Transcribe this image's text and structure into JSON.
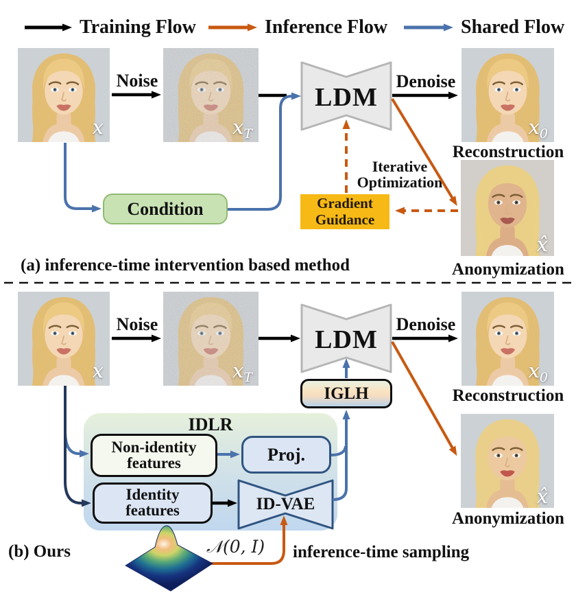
{
  "colors": {
    "training_flow": "#000000",
    "inference_flow": "#c85912",
    "shared_flow": "#4a72ab",
    "condition_fill": "#c9e2b4",
    "guidance_fill": "#f7b916",
    "ldm_fill": "#e9e9e9"
  },
  "legend": {
    "training": "Training Flow",
    "inference": "Inference Flow",
    "shared": "Shared Flow"
  },
  "panel_a": {
    "caption": "(a) inference-time intervention based method",
    "noise_label": "Noise",
    "denoise_label": "Denoise",
    "ldm_label": "LDM",
    "condition_label": "Condition",
    "guidance": {
      "line1": "Gradient",
      "line2": "Guidance"
    },
    "iterative": {
      "line1": "Iterative",
      "line2": "Optimization"
    },
    "images": {
      "input": {
        "symbol": "x"
      },
      "noisy": {
        "symbol": "x",
        "subscript": "T"
      },
      "reconstruction": {
        "symbol": "x",
        "subscript": "0",
        "caption": "Reconstruction"
      },
      "anonymization": {
        "symbol": "x̂",
        "caption": "Anonymization"
      }
    }
  },
  "panel_b": {
    "caption": "(b) Ours",
    "noise_label": "Noise",
    "denoise_label": "Denoise",
    "ldm_label": "LDM",
    "iglh_label": "IGLH",
    "idlr_label": "IDLR",
    "proj_label": "Proj.",
    "idvae_label": "ID-VAE",
    "non_identity": {
      "line1": "Non-identity",
      "line2": "features"
    },
    "identity": {
      "line1": "Identity",
      "line2": "features"
    },
    "gaussian_label": "𝒩(0, I)",
    "sampling_label": "inference-time sampling",
    "images": {
      "input": {
        "symbol": "x"
      },
      "noisy": {
        "symbol": "x",
        "subscript": "T"
      },
      "reconstruction": {
        "symbol": "x",
        "subscript": "0",
        "caption": "Reconstruction"
      },
      "anonymization": {
        "symbol": "x̂",
        "caption": "Anonymization"
      }
    }
  }
}
